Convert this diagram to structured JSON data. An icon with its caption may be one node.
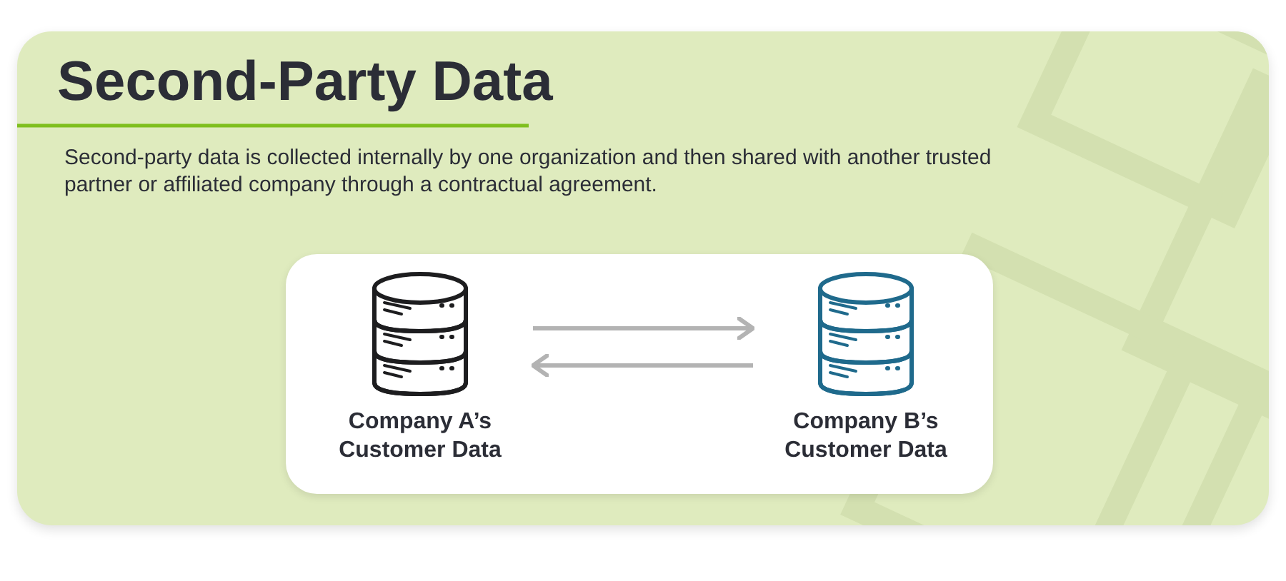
{
  "diagram": {
    "title": "Second-Party Data",
    "nodes": [
      {
        "text": [
          "Company A’s Customer Data"
        ]
      },
      {
        "text": [
          "Company B’s Customer Data"
        ]
      }
    ],
    "edges": [
      {
        "from": 0,
        "to": 1,
        "arrow": "to"
      },
      {
        "from": 1,
        "to": 0,
        "arrow": "to"
      }
    ],
    "labels": [
      "Second-party data is collected internally by one organization and then shared with another trusted partner or affiliated company through a contractual agreement."
    ]
  }
}
